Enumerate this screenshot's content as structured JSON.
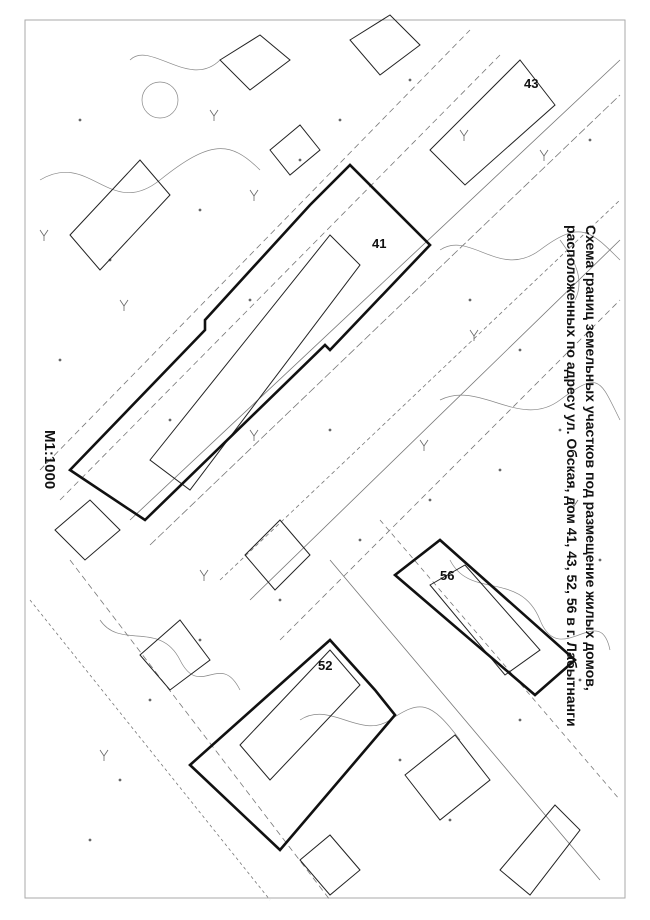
{
  "title": {
    "line1": "Схема границ земельных участков под размещение жилых домов,",
    "line2": "расположенных по адресу ул. Обская, дом 41, 43, 52, 56 в г. Лабытнанги"
  },
  "scale": "М1:1000",
  "plots": [
    {
      "id": "plot-41",
      "label": "41"
    },
    {
      "id": "plot-43",
      "label": "43"
    },
    {
      "id": "plot-52",
      "label": "52"
    },
    {
      "id": "plot-56",
      "label": "56"
    }
  ],
  "colors": {
    "outline": "#111111",
    "linework": "#6b6b6b",
    "paper": "#ffffff"
  }
}
